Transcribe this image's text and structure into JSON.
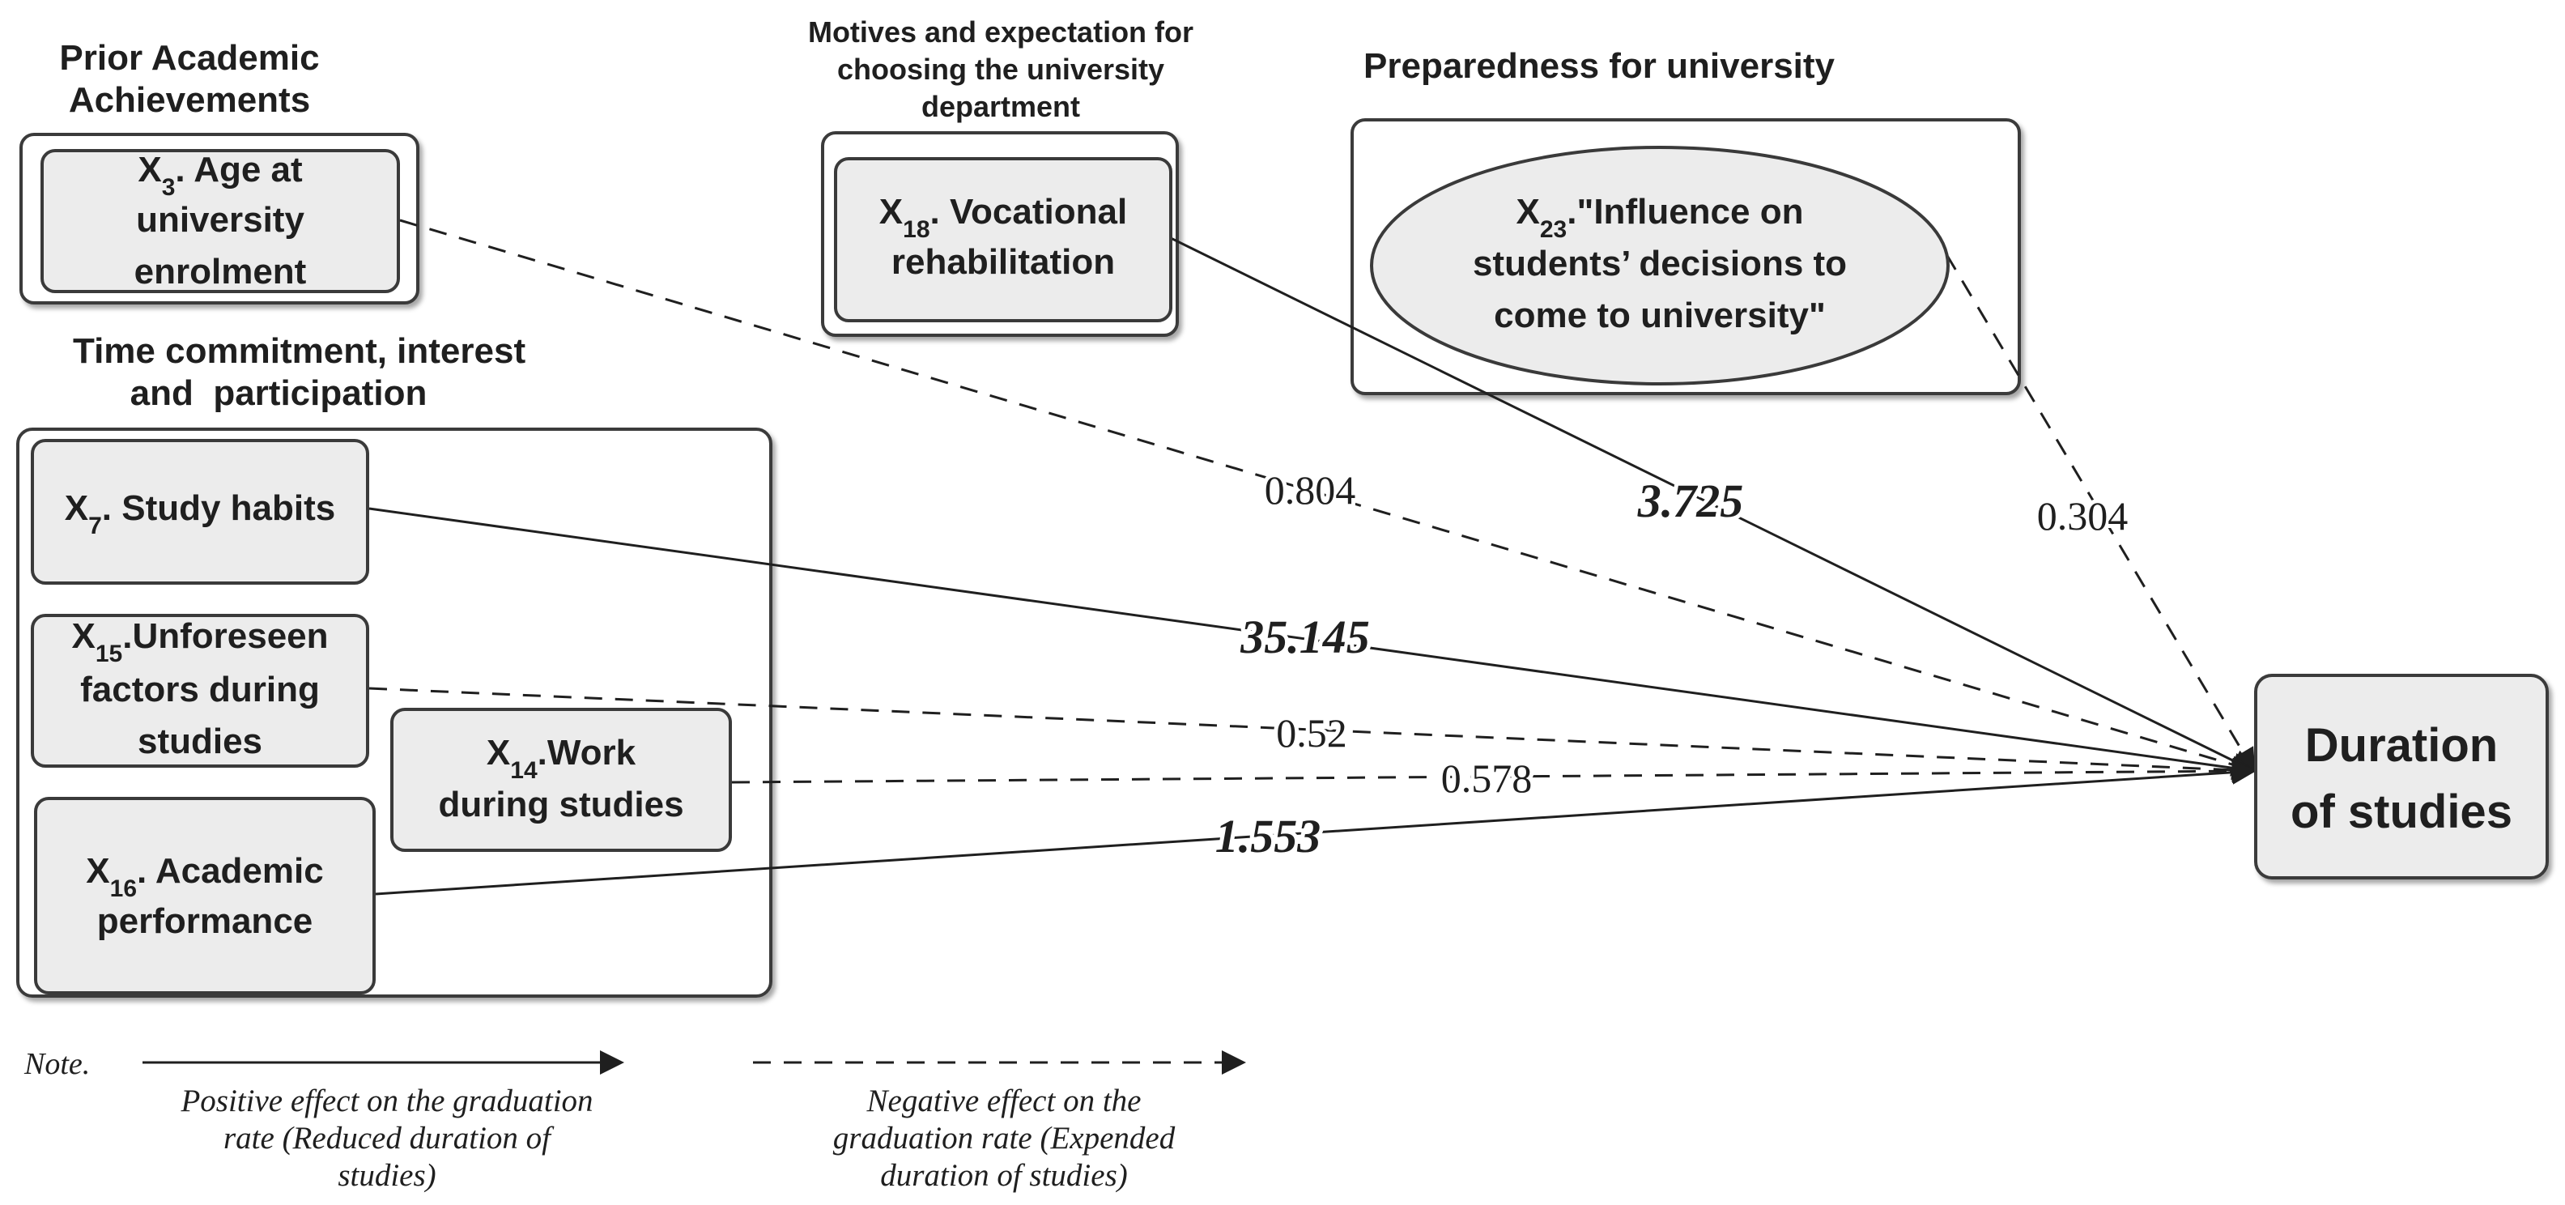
{
  "groups": {
    "prior": {
      "title_lines": [
        "Prior Academic",
        "Achievements"
      ]
    },
    "motives": {
      "title_lines": [
        "Motives and expectation for",
        "choosing the university",
        "department"
      ]
    },
    "preparedness": {
      "title_lines": [
        "Preparedness for university"
      ]
    },
    "time": {
      "title_lines": [
        "Time commitment, interest",
        "and  participation"
      ]
    }
  },
  "nodes": {
    "x3": {
      "sub": "3",
      "lines": [
        ". Age at",
        "university",
        "enrolment"
      ]
    },
    "x18": {
      "sub": "18",
      "lines": [
        ". Vocational",
        "rehabilitation"
      ]
    },
    "x23": {
      "sub": "23",
      "lines": [
        ".\"Influence on",
        "students’ decisions to",
        "come to university\""
      ]
    },
    "x7": {
      "sub": "7",
      "lines": [
        ". Study habits"
      ]
    },
    "x15": {
      "sub": "15",
      "lines": [
        ".Unforeseen",
        "factors during",
        "studies"
      ]
    },
    "x14": {
      "sub": "14",
      "lines": [
        ".Work",
        "during studies"
      ]
    },
    "x16": {
      "sub": "16",
      "lines": [
        ". Academic",
        "performance"
      ]
    },
    "outcome": {
      "lines": [
        "Duration",
        "of studies"
      ]
    }
  },
  "paths": [
    {
      "from": "x3",
      "effect": "negative",
      "coefficient": "0.804",
      "emphasis": false
    },
    {
      "from": "x18",
      "effect": "positive",
      "coefficient": "3.725",
      "emphasis": true
    },
    {
      "from": "x23",
      "effect": "negative",
      "coefficient": "0.304",
      "emphasis": false
    },
    {
      "from": "x7",
      "effect": "positive",
      "coefficient": "35.145",
      "emphasis": true
    },
    {
      "from": "x15",
      "effect": "negative",
      "coefficient": "0.52",
      "emphasis": false
    },
    {
      "from": "x14",
      "effect": "negative",
      "coefficient": "0.578",
      "emphasis": false
    },
    {
      "from": "x16",
      "effect": "positive",
      "coefficient": "1.553",
      "emphasis": true
    }
  ],
  "legend": {
    "note_label": "Note.",
    "positive_lines": [
      "Positive effect on the graduation",
      "rate (Reduced duration of",
      "studies)"
    ],
    "negative_lines": [
      "Negative effect on the",
      "graduation rate (Expended",
      "duration of studies)"
    ]
  },
  "colors": {
    "node_fill": "#ececec",
    "stroke": "#3a3a3a",
    "text": "#1f1f1f"
  }
}
